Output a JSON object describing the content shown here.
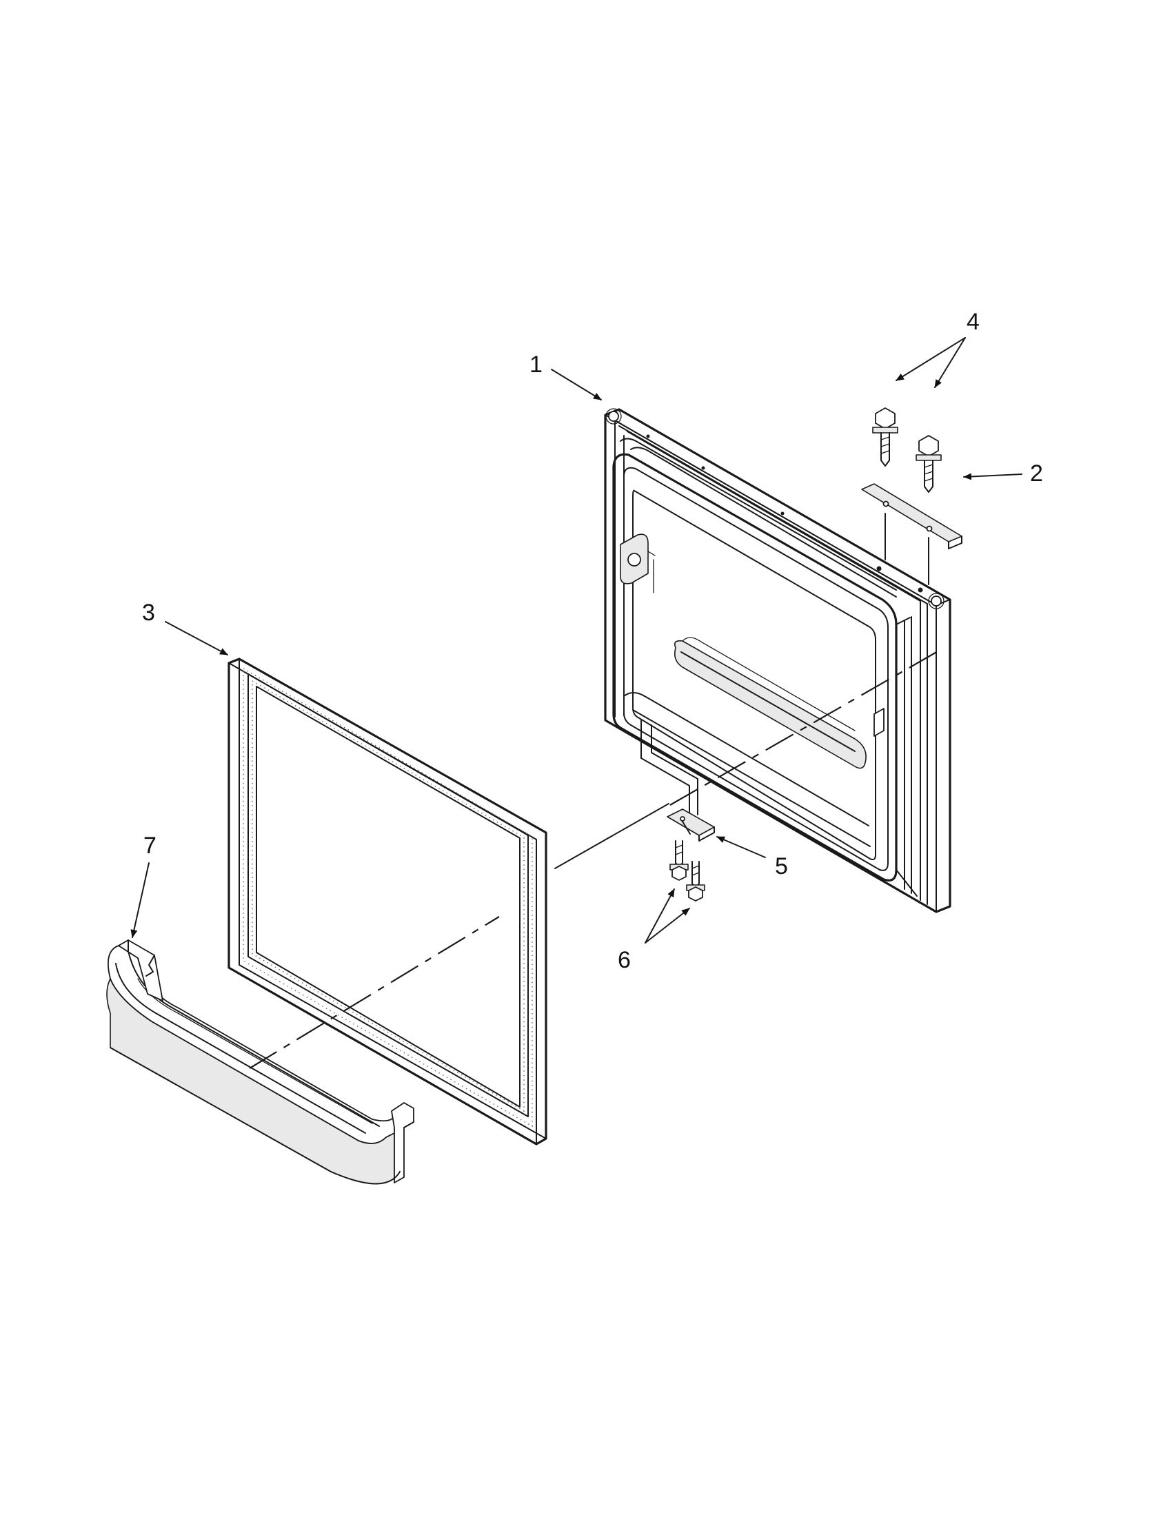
{
  "diagram": {
    "callouts": [
      {
        "id": "1",
        "label": "1"
      },
      {
        "id": "2",
        "label": "2"
      },
      {
        "id": "3",
        "label": "3"
      },
      {
        "id": "4",
        "label": "4"
      },
      {
        "id": "5",
        "label": "5"
      },
      {
        "id": "6",
        "label": "6"
      },
      {
        "id": "7",
        "label": "7"
      }
    ],
    "parts": [
      {
        "callout": "1",
        "icon": "door-panel-icon"
      },
      {
        "callout": "2",
        "icon": "hinge-bracket-icon"
      },
      {
        "callout": "3",
        "icon": "door-gasket-icon"
      },
      {
        "callout": "4",
        "icon": "hinge-screw-icon"
      },
      {
        "callout": "5",
        "icon": "lower-bracket-icon"
      },
      {
        "callout": "6",
        "icon": "bracket-screw-icon"
      },
      {
        "callout": "7",
        "icon": "door-bin-icon"
      }
    ],
    "colors": {
      "line": "#1a1a1a",
      "background": "#ffffff",
      "shade": "#e9e9e9"
    }
  }
}
